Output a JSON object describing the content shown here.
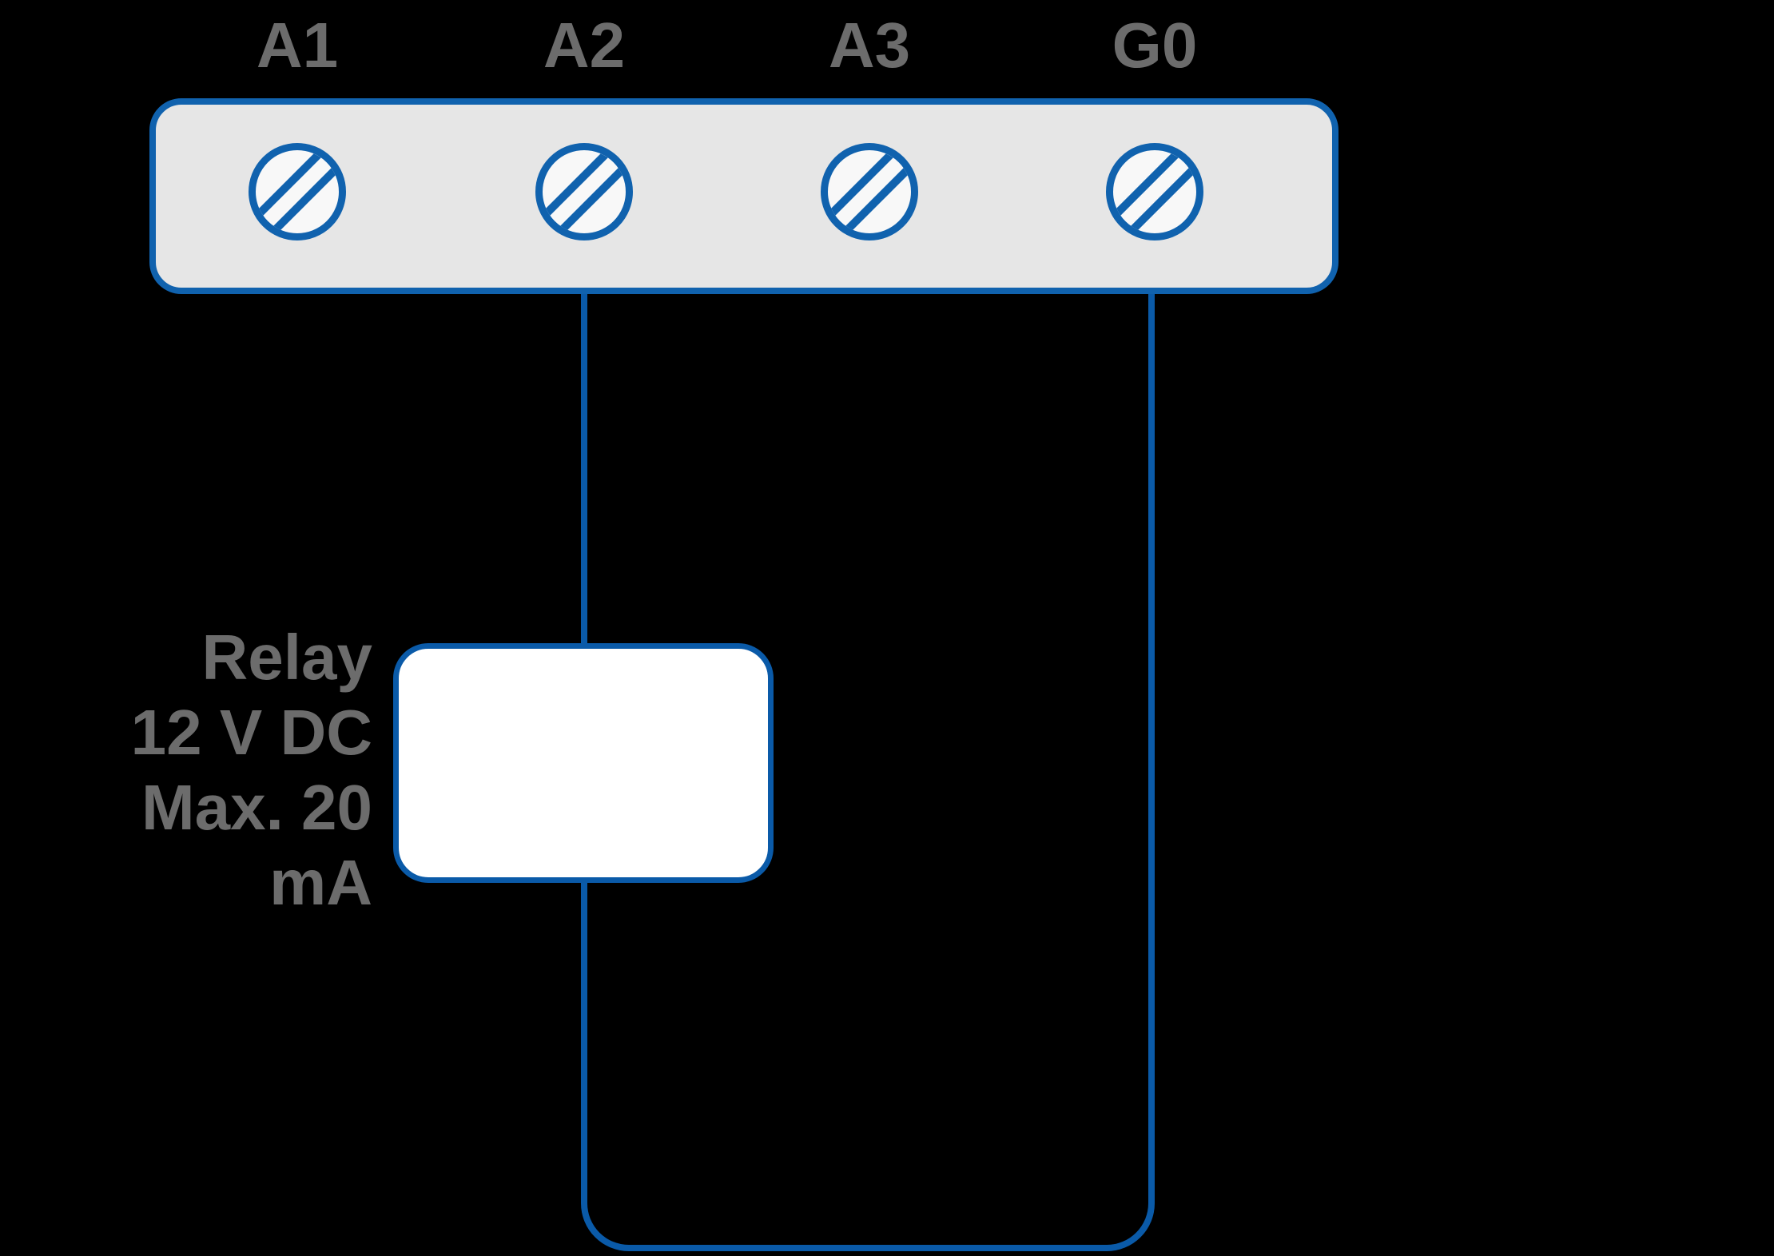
{
  "colors": {
    "background": "#000000",
    "wire_blue": "#0a5aa8",
    "outline_blue": "#1062ae",
    "label_gray": "#6c6c6c",
    "block_fill": "#e6e6e6",
    "screw_fill": "#f8f8f8",
    "relay_fill": "#ffffff"
  },
  "terminal_block": {
    "terminals": [
      {
        "label": "A1"
      },
      {
        "label": "A2"
      },
      {
        "label": "A3"
      },
      {
        "label": "G0"
      }
    ]
  },
  "relay": {
    "label_lines": [
      "Relay",
      "12 V DC",
      "Max. 20",
      "mA"
    ]
  },
  "connections": [
    {
      "from": "A2",
      "to": "Relay"
    },
    {
      "from": "Relay",
      "to": "G0"
    }
  ]
}
